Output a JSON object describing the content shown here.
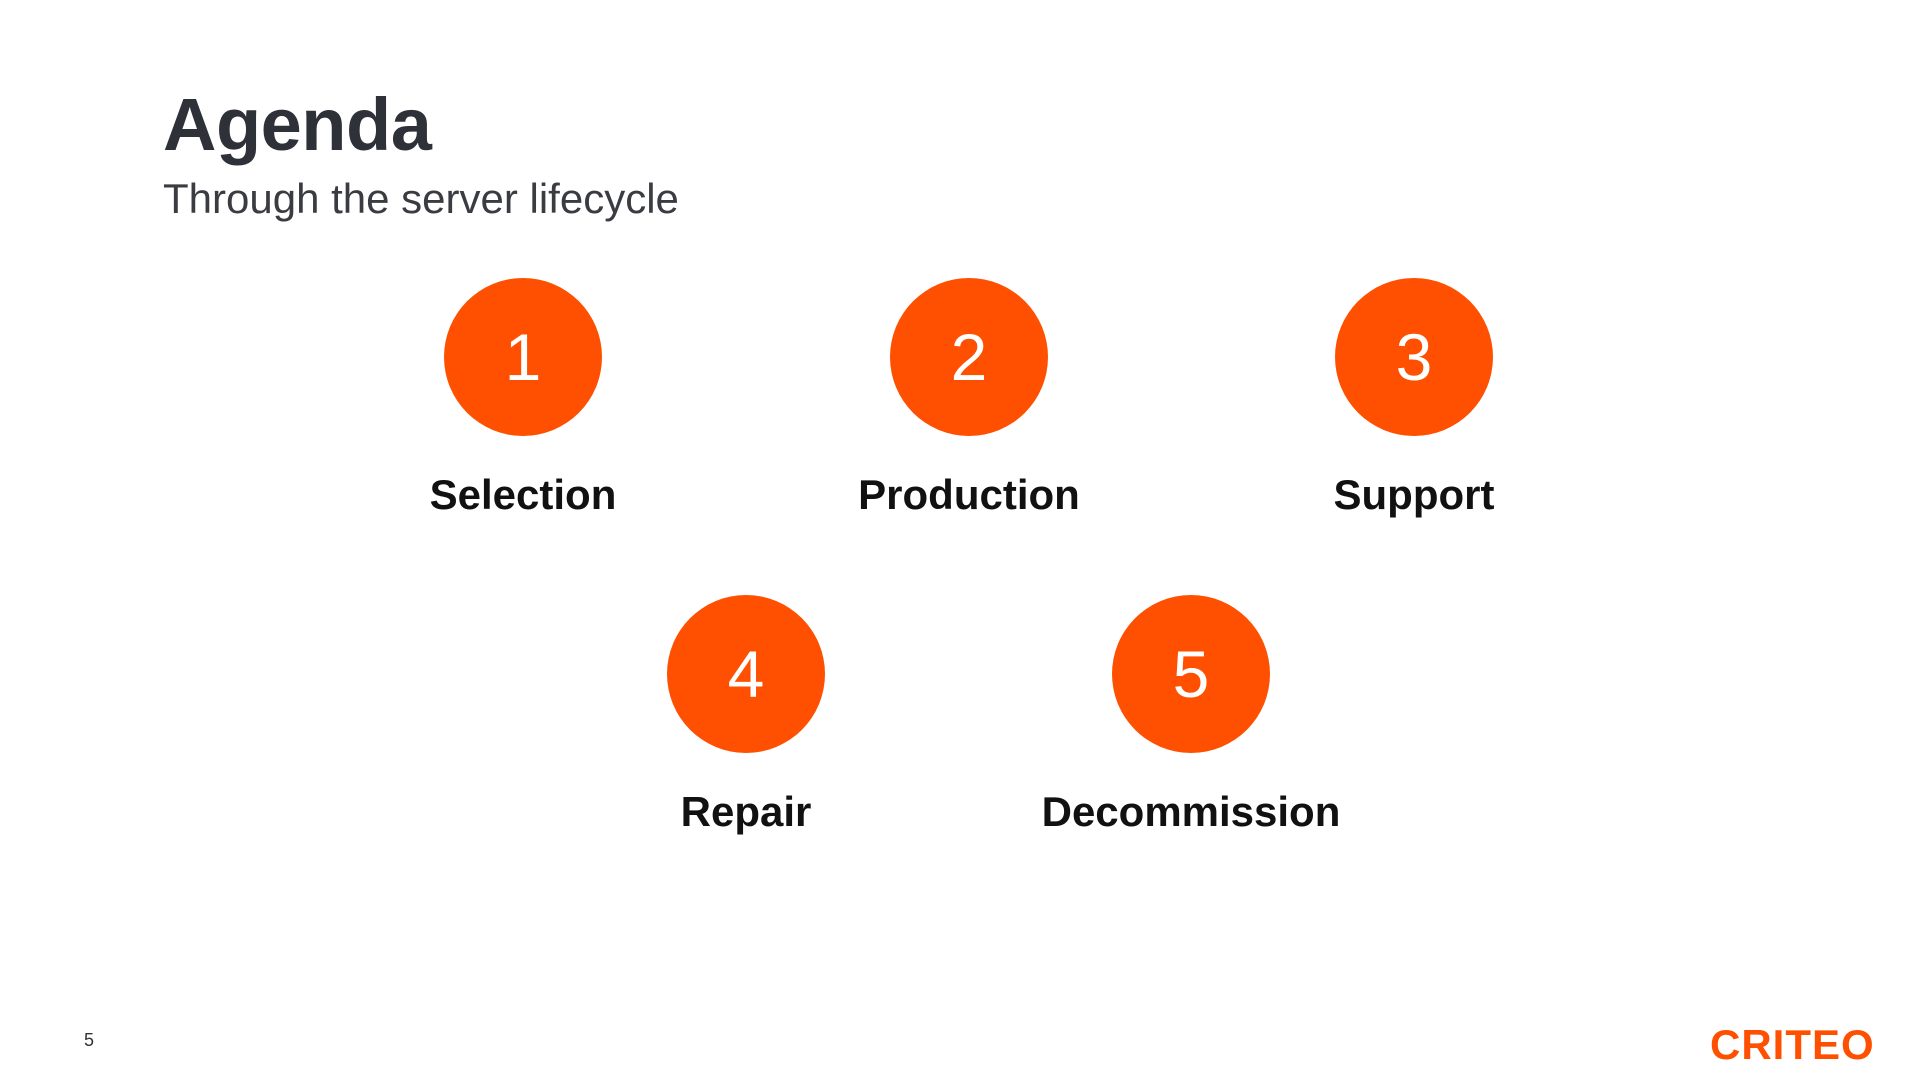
{
  "header": {
    "title": "Agenda",
    "subtitle": "Through the server lifecycle"
  },
  "steps": [
    {
      "number": "1",
      "label": "Selection"
    },
    {
      "number": "2",
      "label": "Production"
    },
    {
      "number": "3",
      "label": "Support"
    },
    {
      "number": "4",
      "label": "Repair"
    },
    {
      "number": "5",
      "label": "Decommission"
    }
  ],
  "footer": {
    "page_number": "5",
    "logo_text": "CRITEO"
  },
  "colors": {
    "accent": "#fe5000",
    "title": "#2f3138",
    "label": "#111111"
  }
}
